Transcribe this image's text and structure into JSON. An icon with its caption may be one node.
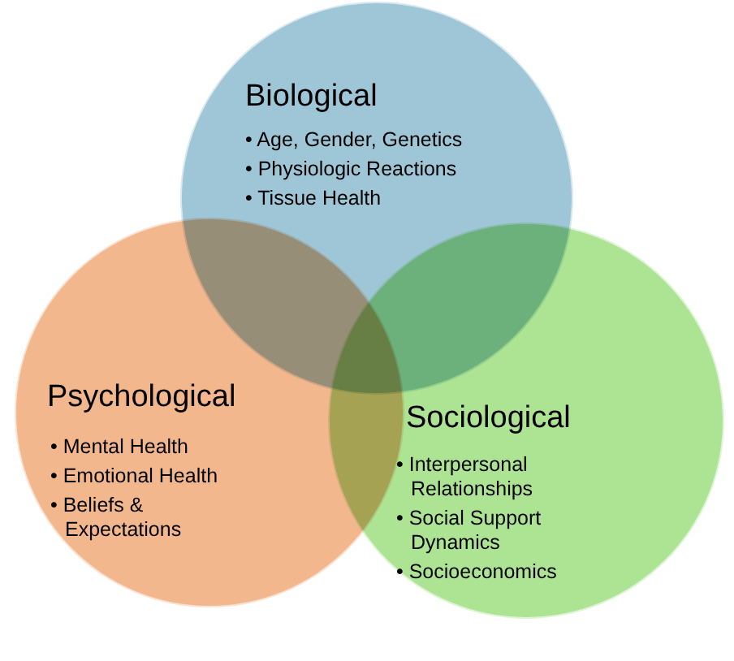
{
  "diagram": {
    "nodes": [
      {
        "text": [
          "Biological",
          "• Age, Gender, Genetics",
          "• Physiologic Reactions",
          "• Tissue Health"
        ]
      },
      {
        "text": [
          "Psychological",
          "• Mental Health",
          "• Emotional Health",
          "• Beliefs & Expectations"
        ]
      },
      {
        "text": [
          "Sociological",
          "• Interpersonal Relationships",
          "• Social Support Dynamics",
          "• Socioeconomics"
        ]
      }
    ],
    "edges": []
  }
}
